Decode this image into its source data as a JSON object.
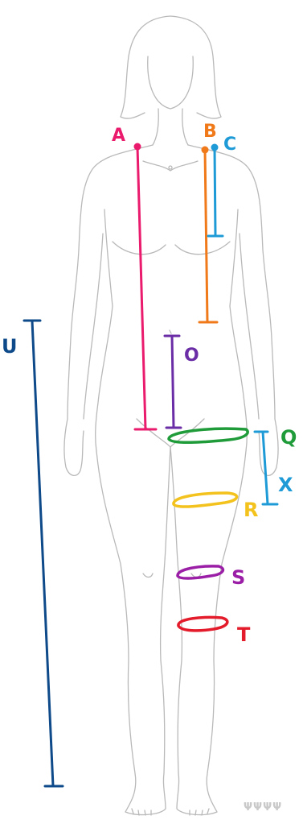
{
  "measurements": [
    {
      "id": "A",
      "label": "A",
      "color": "#ea1b6c"
    },
    {
      "id": "B",
      "label": "B",
      "color": "#f07a1a"
    },
    {
      "id": "C",
      "label": "C",
      "color": "#1e9bd7"
    },
    {
      "id": "O",
      "label": "O",
      "color": "#6a2da6"
    },
    {
      "id": "Q",
      "label": "Q",
      "color": "#1f9b3a"
    },
    {
      "id": "X",
      "label": "X",
      "color": "#1e9bd7"
    },
    {
      "id": "R",
      "label": "R",
      "color": "#f3c21c"
    },
    {
      "id": "S",
      "label": "S",
      "color": "#9b1fa6"
    },
    {
      "id": "T",
      "label": "T",
      "color": "#e31b2a"
    },
    {
      "id": "U",
      "label": "U",
      "color": "#0e4a8a"
    }
  ],
  "watermark": "ΨΨΨΨ",
  "colors": {
    "outline": "#b9b9b9",
    "background": "#ffffff"
  }
}
